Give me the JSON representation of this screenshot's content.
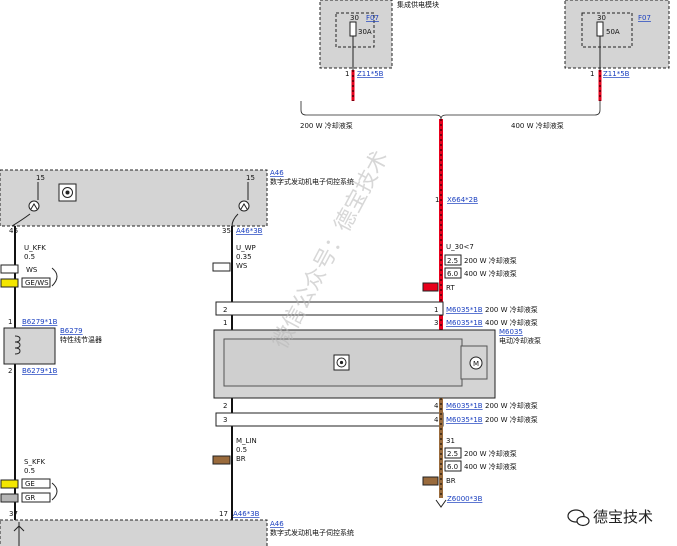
{
  "top_left_module": {
    "label": "集成供电模块",
    "fuse_num": "30",
    "fuse_ref": "F07",
    "fuse_rating": "30A",
    "pin": "1",
    "connector": "Z11*5B"
  },
  "top_right_module": {
    "fuse_num": "30",
    "fuse_ref": "F07",
    "fuse_rating": "50A",
    "pin": "1",
    "connector": "Z11*5B"
  },
  "branch": {
    "left_label": "200 W 冷却液泵",
    "right_label": "400 W 冷却液泵"
  },
  "a46_top": {
    "ref": "A46",
    "desc": "数字式发动机电子伺控系统",
    "pin_left_num": "15",
    "pin_right_num": "15",
    "pin46": "46",
    "pin35": "35",
    "conn": "A46*3B"
  },
  "x664": {
    "pin": "1",
    "ref": "X664*2B"
  },
  "wire_left_top": {
    "name": "U_KFK",
    "size": "0.5",
    "chip1": "WS",
    "chip2": "GE/WS"
  },
  "wire_mid_top": {
    "name": "U_WP",
    "size": "0.35",
    "chip": "WS"
  },
  "wire_right_top": {
    "name": "U_30<7",
    "row1_val": "2.5",
    "row1_txt": "200 W 冷却液泵",
    "row2_val": "6.0",
    "row2_txt": "400 W 冷却液泵",
    "color": "RT"
  },
  "b6279": {
    "pin1": "1",
    "conn1": "B6279*1B",
    "ref": "B6279",
    "desc": "特性线节温器",
    "pin2": "2",
    "conn2": "B6279*1B"
  },
  "m6035_top_rows": [
    {
      "lp": "2",
      "rp": "1",
      "conn": "M6035*1B",
      "txt": "200 W 冷却液泵"
    },
    {
      "lp": "1",
      "rp": "3",
      "conn": "M6035*1B",
      "txt": "400 W 冷却液泵"
    }
  ],
  "m6035": {
    "ref": "M6035",
    "desc": "电动冷却液泵"
  },
  "m6035_bot_rows": [
    {
      "lp": "2",
      "rp": "4",
      "conn": "M6035*1B",
      "txt": "200 W 冷却液泵"
    },
    {
      "lp": "3",
      "rp": "4",
      "conn": "M6035*1B",
      "txt": "200 W 冷却液泵"
    }
  ],
  "wire_left_bot": {
    "name": "S_KFK",
    "size": "0.5",
    "chip1": "GE",
    "chip2": "GR"
  },
  "wire_mid_bot": {
    "name": "M_LIN",
    "size": "0.5",
    "color": "BR"
  },
  "wire_right_bot": {
    "num": "31",
    "row1_val": "2.5",
    "row1_txt": "200 W 冷却液泵",
    "row2_val": "6.0",
    "row2_txt": "400 W 冷却液泵",
    "color": "BR",
    "conn": "Z6000*3B"
  },
  "a46_bot": {
    "ref": "A46",
    "desc": "数字式发动机电子伺控系统",
    "pin37": "37",
    "pin17": "17",
    "conn": "A46*3B"
  },
  "watermark": "微信公众号：德宝技术",
  "logo_text": "德宝技术",
  "colors": {
    "red": "#e8001c",
    "brown": "#9a6b3c",
    "yellow": "#f3e600",
    "box_fill": "#d4d4d4",
    "link": "#1a3fbf"
  }
}
